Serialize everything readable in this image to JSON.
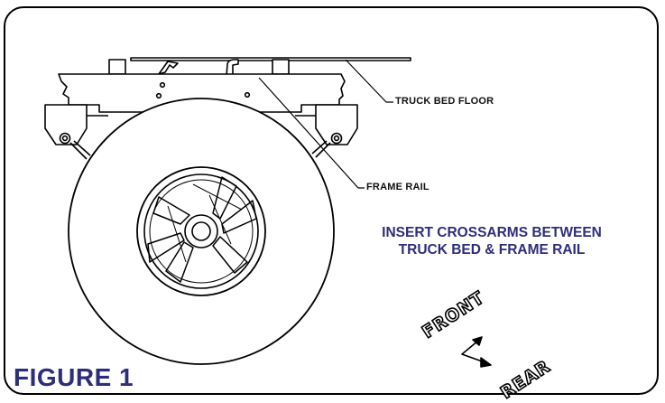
{
  "figure": {
    "label": "FIGURE 1"
  },
  "callouts": {
    "truck_bed_floor": "TRUCK BED FLOOR",
    "frame_rail": "FRAME RAIL"
  },
  "instruction": {
    "line1": "INSERT CROSSARMS BETWEEN",
    "line2": "TRUCK BED & FRAME RAIL"
  },
  "direction": {
    "front": "FRONT",
    "rear": "REAR"
  },
  "colors": {
    "accent_text": "#2e2d7a",
    "line": "#000000"
  }
}
